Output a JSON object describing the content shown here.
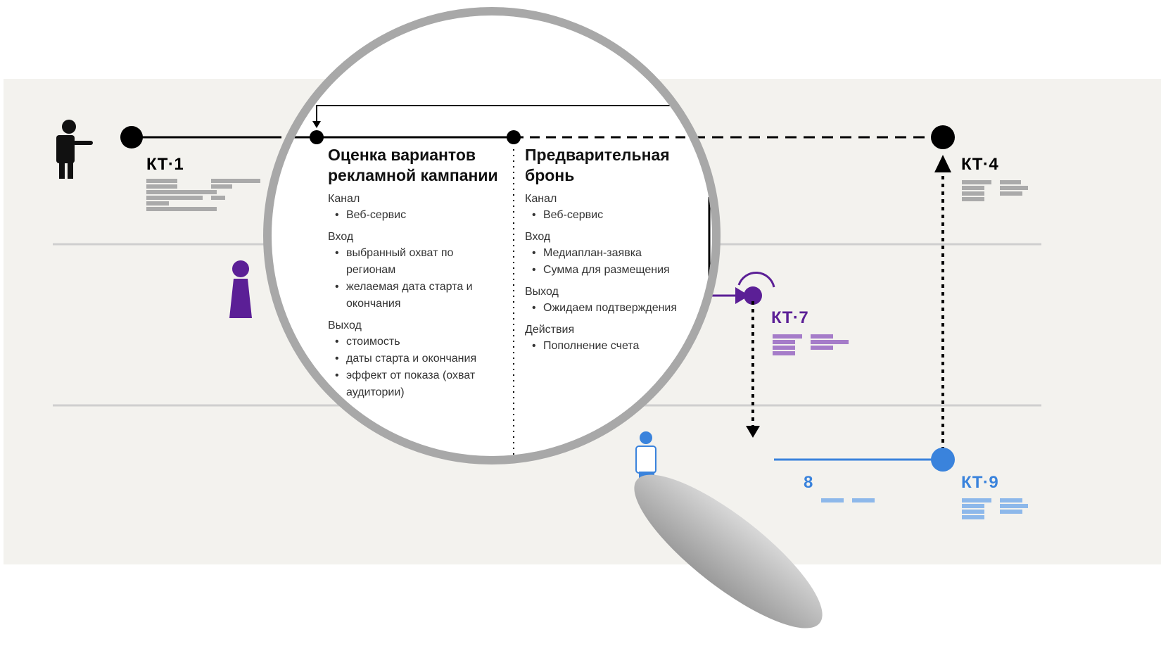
{
  "colors": {
    "black": "#000000",
    "purple": "#5b1f96",
    "blue": "#3a83dc",
    "grey": "#a8a8a8"
  },
  "checkpoints": [
    {
      "id": "kt1",
      "label": "КТ·1",
      "color": "#000000"
    },
    {
      "id": "kt4",
      "label": "КТ·4",
      "color": "#000000"
    },
    {
      "id": "kt7",
      "label": "КТ·7",
      "color": "#5b1f96"
    },
    {
      "id": "kt8",
      "label": "8",
      "color": "#3a83dc"
    },
    {
      "id": "kt9",
      "label": "КТ·9",
      "color": "#3a83dc"
    }
  ],
  "steps": [
    {
      "title": "Оценка вариантов рекламной кампании",
      "sections": [
        {
          "label": "Канал",
          "items": [
            "Веб-сервис"
          ]
        },
        {
          "label": "Вход",
          "items": [
            "выбранный охват по регионам",
            "желаемая дата старта и окончания"
          ]
        },
        {
          "label": "Выход",
          "items": [
            "стоимость",
            "даты старта и окончания",
            "эффект от показа (охват аудитории)"
          ]
        }
      ]
    },
    {
      "title": "Предварительная бронь",
      "sections": [
        {
          "label": "Канал",
          "items": [
            "Веб-сервис"
          ]
        },
        {
          "label": "Вход",
          "items": [
            "Медиаплан-заявка",
            "Сумма для размещения"
          ]
        },
        {
          "label": "Выход",
          "items": [
            "Ожидаем подтверждения"
          ]
        },
        {
          "label": "Действия",
          "items": [
            "Пополнение счета"
          ]
        }
      ]
    }
  ]
}
